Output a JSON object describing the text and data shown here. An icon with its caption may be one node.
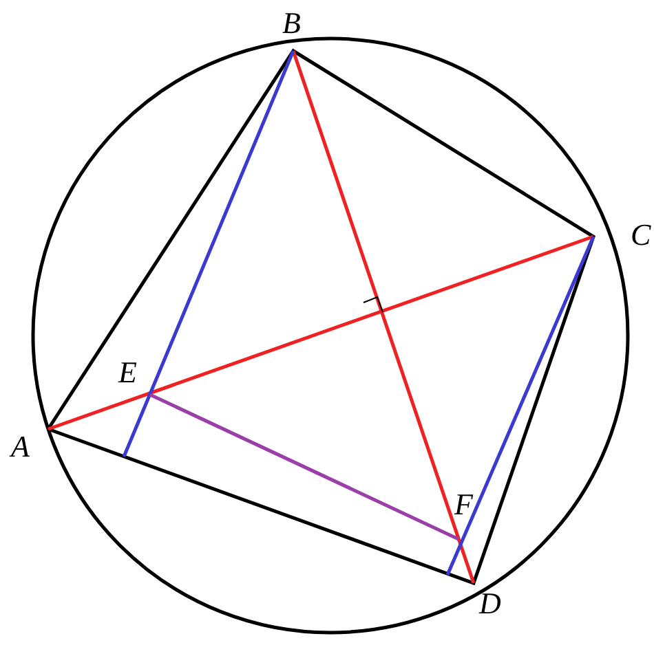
{
  "diagram": {
    "labels": [
      "B",
      "C",
      "E",
      "A",
      "F",
      "D"
    ]
  }
}
